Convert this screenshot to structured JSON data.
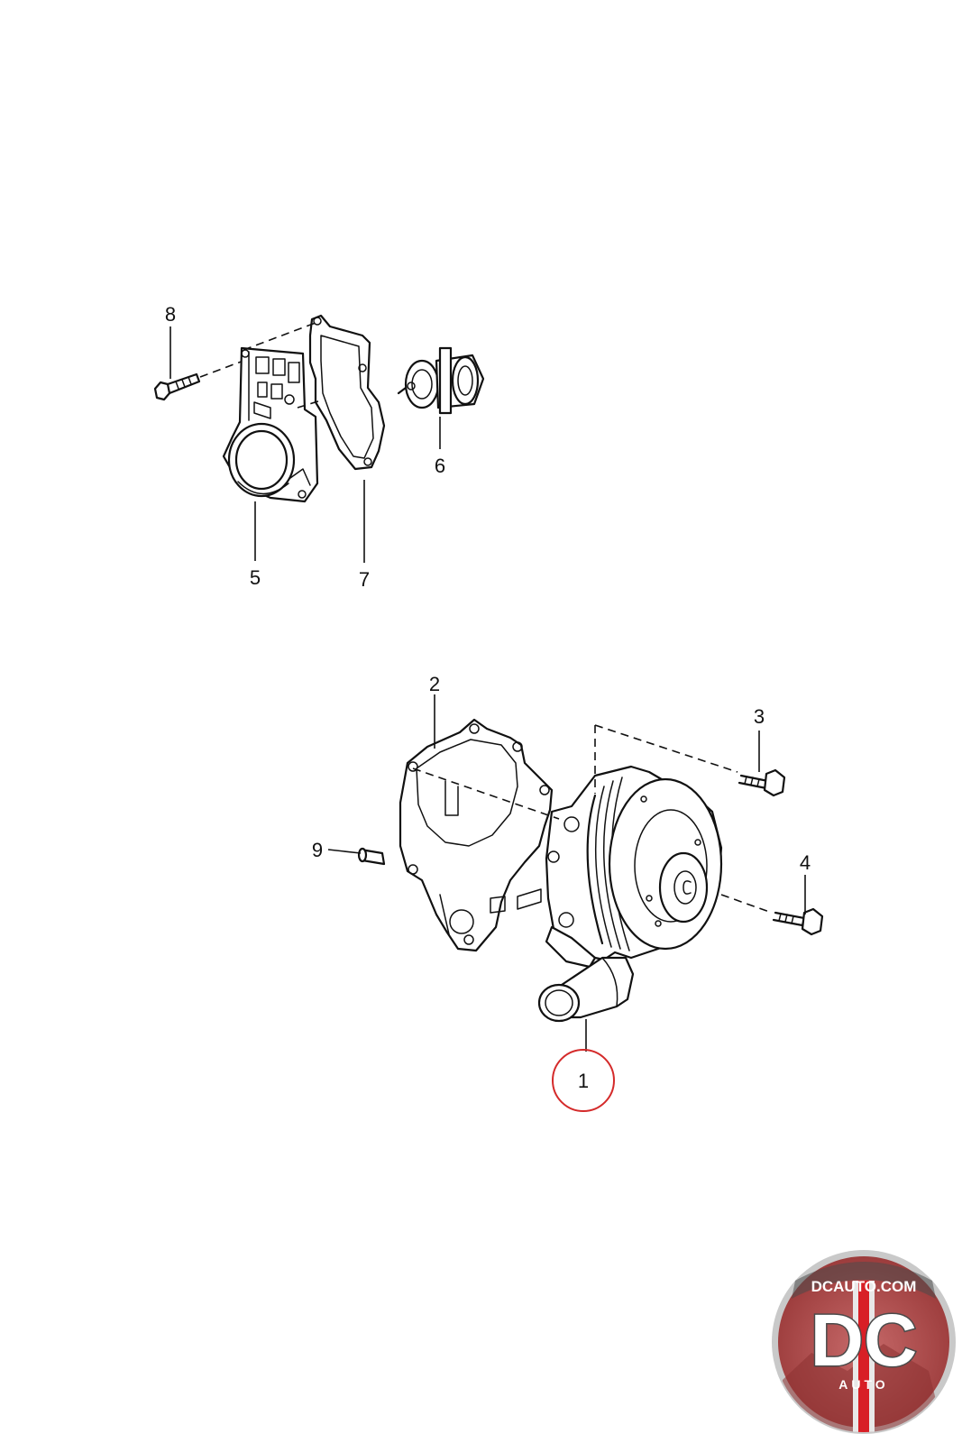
{
  "diagram": {
    "callouts": [
      {
        "id": "1",
        "label": "1",
        "highlighted": true
      },
      {
        "id": "2",
        "label": "2"
      },
      {
        "id": "3",
        "label": "3"
      },
      {
        "id": "4",
        "label": "4"
      },
      {
        "id": "5",
        "label": "5"
      },
      {
        "id": "6",
        "label": "6"
      },
      {
        "id": "7",
        "label": "7"
      },
      {
        "id": "8",
        "label": "8"
      },
      {
        "id": "9",
        "label": "9"
      }
    ],
    "highlight_color": "#d42a2a"
  },
  "logo": {
    "top_text": "DCAUTO.COM",
    "letters": "DC",
    "sub_text": "AUTO",
    "colors": {
      "ring": "#c9c9c9",
      "inner": "#b04a4a",
      "stripe": "#d81f26"
    }
  }
}
